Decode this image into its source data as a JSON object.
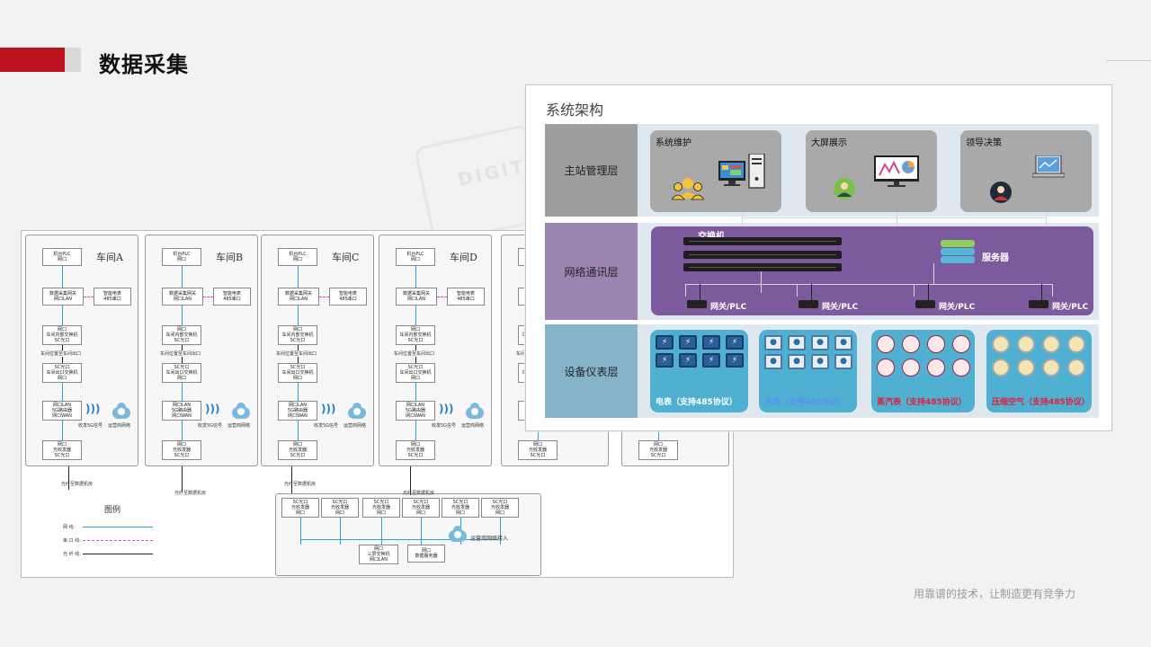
{
  "header": {
    "title": "数据采集"
  },
  "watermark": {
    "text": "DIGIT"
  },
  "footer": {
    "slogan": "用靠谱的技术，让制造更有竞争力"
  },
  "architecture": {
    "title": "系统架构",
    "layers": [
      {
        "label": "主站管理层"
      },
      {
        "label": "网络通讯层"
      },
      {
        "label": "设备仪表层"
      }
    ],
    "management": [
      {
        "label": "系统维护"
      },
      {
        "label": "大屏展示"
      },
      {
        "label": "领导决策"
      }
    ],
    "network": {
      "switch_label": "交换机",
      "server_label": "服务器",
      "gateways": [
        "网关/PLC",
        "网关/PLC",
        "网关/PLC",
        "网关/PLC"
      ]
    },
    "devices": [
      {
        "label": "电表（支持485协议）",
        "color": "#ffffff"
      },
      {
        "label": "水表（支持485协议）",
        "color": "#5b8ff0"
      },
      {
        "label": "蒸汽表（支持485协议）",
        "color": "#e02040"
      },
      {
        "label": "压缩空气（支持485协议）",
        "color": "#e02040"
      }
    ]
  },
  "workshop_diagram": {
    "workshops": [
      {
        "title": "车间A",
        "show_meter": true
      },
      {
        "title": "车间B",
        "show_meter": true
      },
      {
        "title": "车间C",
        "show_meter": true
      },
      {
        "title": "车间D",
        "show_meter": true
      }
    ],
    "node_labels": {
      "plc": [
        "机台PLC",
        "网口"
      ],
      "gateway": [
        "数据采集网关",
        "网口LAN"
      ],
      "meter": [
        "智能电表",
        "485串口"
      ],
      "inner_switch": [
        "网口",
        "车间内部交换机",
        "SC光口"
      ],
      "fiber_note": "车间位置至车间出口",
      "outlet_switch": [
        "SC光口",
        "车间出口交换机",
        "网口"
      ],
      "router": [
        "网口LAN",
        "5G路由器",
        "网口WAN"
      ],
      "signal_label": "收发5G信号",
      "cloud_label": "运营商网络",
      "transceiver": [
        "网口",
        "光收发器",
        "SC光口"
      ]
    },
    "fiber_label": "光纤至数据机房",
    "hub_transceiver": [
      "SC光口",
      "光收发器",
      "网口"
    ],
    "core_switch": [
      "网口",
      "三层交换机",
      "网口LAN"
    ],
    "data_server": [
      "网口",
      "数据服务器"
    ],
    "hub_cloud_label": "运营商网络接入",
    "legend": {
      "title": "图例",
      "items": [
        "网  线:",
        "串 口 线:",
        "光 纤 线:"
      ]
    }
  }
}
